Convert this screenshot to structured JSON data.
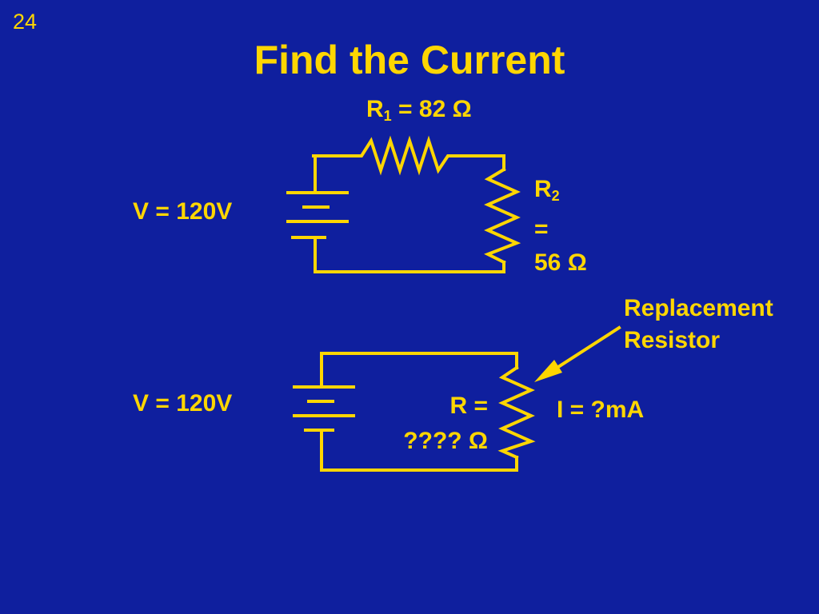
{
  "slide": {
    "number": "24",
    "title": "Find the Current"
  },
  "circuit_top": {
    "r1": {
      "symbol": "R",
      "subscript": "1",
      "value": "= 82 Ω"
    },
    "r2": {
      "symbol": "R",
      "subscript": "2",
      "eq": "=",
      "value": "56 Ω"
    },
    "voltage": "V = 120V"
  },
  "circuit_bottom": {
    "annotation_line1": "Replacement",
    "annotation_line2": "Resistor",
    "voltage": "V = 120V",
    "r_line1": "R =",
    "r_line2": "???? Ω",
    "current": "I = ?mA"
  },
  "colors": {
    "background": "#0f1f9e",
    "accent": "#ffd600"
  }
}
